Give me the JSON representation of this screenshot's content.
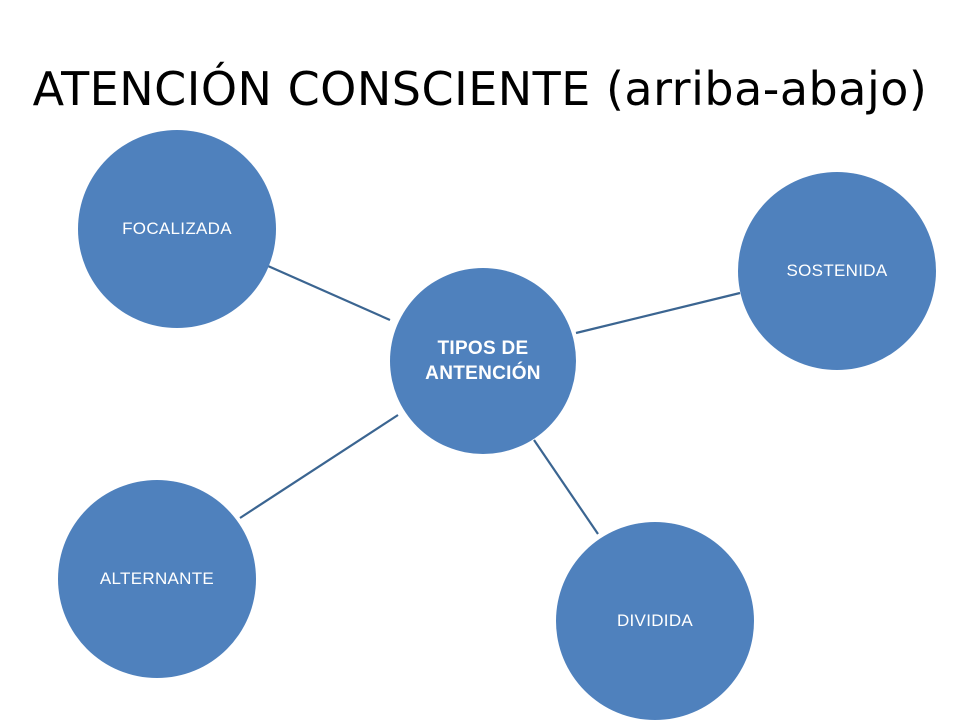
{
  "title": "ATENCIÓN CONSCIENTE (arriba-abajo)",
  "colors": {
    "node_fill": "#4f81bd",
    "connector": "#3b6591",
    "text_light": "#ffffff"
  },
  "center": {
    "label": "TIPOS DE ANTENCIÓN"
  },
  "nodes": [
    {
      "id": "focalizada",
      "label": "FOCALIZADA"
    },
    {
      "id": "sostenida",
      "label": "SOSTENIDA"
    },
    {
      "id": "alternante",
      "label": "ALTERNANTE"
    },
    {
      "id": "dividida",
      "label": "DIVIDIDA"
    }
  ]
}
